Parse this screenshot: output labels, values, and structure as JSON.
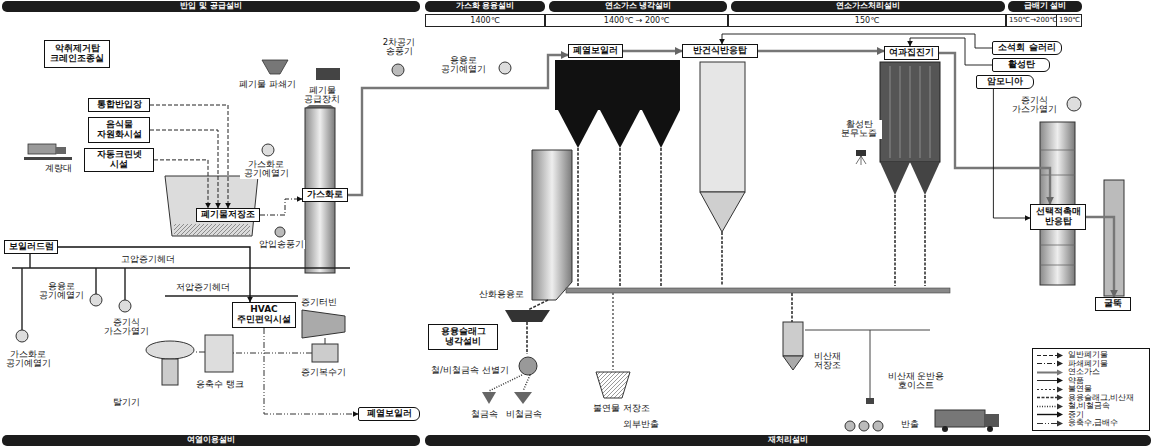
{
  "diagram": {
    "nodes": [
      {
        "text": [
          "반입 및 공급설비"
        ]
      },
      {
        "text": [
          "가스화 용융설비"
        ]
      },
      {
        "text": [
          "연소가스 냉각설비"
        ]
      },
      {
        "text": [
          "연소가스처리설비"
        ]
      },
      {
        "text": [
          "급배기 설비"
        ]
      },
      {
        "text": [
          "악취제거탑",
          "크레인조종실"
        ]
      },
      {
        "text": [
          "통합반입장"
        ]
      },
      {
        "text": [
          "음식물 자원화시설"
        ]
      },
      {
        "text": [
          "자동크린넷 시설"
        ]
      },
      {
        "text": [
          "폐기물저장조"
        ]
      },
      {
        "text": [
          "가스화로"
        ]
      },
      {
        "text": [
          "폐열보일러"
        ]
      },
      {
        "text": [
          "반건식반응탑"
        ]
      },
      {
        "text": [
          "여과집진기"
        ]
      },
      {
        "text": [
          "소석회 슬러리"
        ]
      },
      {
        "text": [
          "활성탄"
        ]
      },
      {
        "text": [
          "암모니아"
        ]
      },
      {
        "text": [
          "선택적촉매 반응탑"
        ]
      },
      {
        "text": [
          "굴뚝"
        ]
      },
      {
        "text": [
          "용융슬래그 냉각설비"
        ]
      },
      {
        "text": [
          "보일러드럼"
        ]
      },
      {
        "text": [
          "HVAC 주민편익시설"
        ]
      },
      {
        "text": [
          "폐열보일러"
        ]
      },
      {
        "text": [
          "여열이용설비"
        ]
      },
      {
        "text": [
          "재처리설비"
        ]
      }
    ],
    "edges": [
      {
        "from": 6,
        "to": 9,
        "arrow": "to"
      },
      {
        "from": 7,
        "to": 9,
        "arrow": "to"
      },
      {
        "from": 8,
        "to": 9,
        "arrow": "to"
      },
      {
        "from": 9,
        "to": 10,
        "arrow": "to"
      },
      {
        "from": 10,
        "to": 11,
        "arrow": "to"
      },
      {
        "from": 11,
        "to": 12,
        "arrow": "to"
      },
      {
        "from": 12,
        "to": 13,
        "arrow": "to"
      },
      {
        "from": 13,
        "to": 17,
        "arrow": "to"
      },
      {
        "from": 14,
        "to": 12,
        "arrow": "to"
      },
      {
        "from": 15,
        "to": 13,
        "arrow": "to"
      },
      {
        "from": 16,
        "to": 17,
        "arrow": "to"
      },
      {
        "from": 17,
        "to": 18,
        "arrow": "to"
      },
      {
        "from": 20,
        "to": 21,
        "arrow": "to"
      },
      {
        "from": 21,
        "to": 22,
        "arrow": "to"
      }
    ],
    "labels": [
      "1400℃",
      "1400℃ → 200℃",
      "150℃",
      "150℃→200℃",
      "190℃",
      "계량대",
      "폐기물 파쇄기",
      "폐기물 공급장치",
      "2차공기 송풍기",
      "용융로 공기예열기",
      "가스화로 공기예열기",
      "압입송풍기",
      "산화용융로",
      "철/비철금속 선별기",
      "철금속",
      "비철금속",
      "불연물 저장조",
      "외부반출",
      "활성탄 분무노즐",
      "증기식 가스가열기",
      "비산재 저장조",
      "비산재 운반용 호이스트",
      "반출",
      "고압증기헤더",
      "저압증기헤더",
      "용융로 공기예열기",
      "가스화로 공기예열기",
      "증기식 가스가열기",
      "증기터빈",
      "증기복수기",
      "탈기기",
      "응축수 탱크"
    ],
    "legend": [
      {
        "text": "일반폐기물"
      },
      {
        "text": "파쇄폐기물"
      },
      {
        "text": "연소가스"
      },
      {
        "text": "약품"
      },
      {
        "text": "불연물"
      },
      {
        "text": "용융슬래그,비산재"
      },
      {
        "text": "철,비철금속"
      },
      {
        "text": "증기"
      },
      {
        "text": "응축수,급배수"
      }
    ]
  }
}
